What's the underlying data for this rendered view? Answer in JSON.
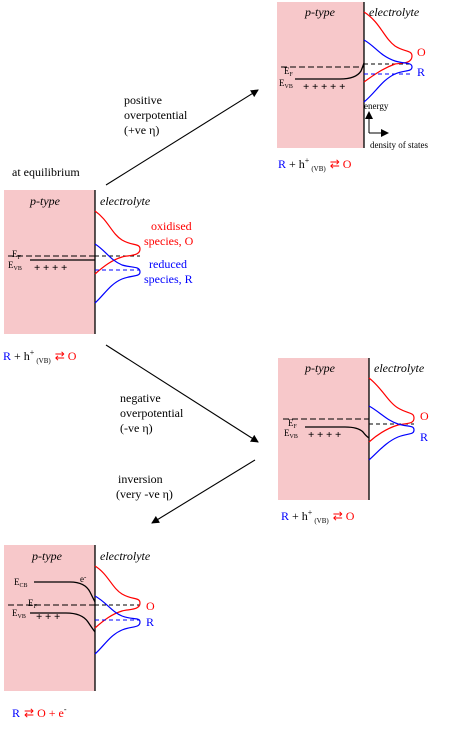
{
  "labels": {
    "p_type": "p-type",
    "electrolyte": "electrolyte",
    "ef": "E",
    "ef_sub": "F",
    "evb": "E",
    "evb_sub": "VB",
    "ecb": "E",
    "ecb_sub": "CB",
    "plus4": "+ + + +",
    "plus3": "+ + +",
    "plus_pos": "+ + + + +",
    "o": "O",
    "r": "R",
    "oxidised_1": "oxidised",
    "oxidised_2": "species, O",
    "reduced_1": "reduced",
    "reduced_2": "species, R",
    "energy": "energy",
    "density_of_states": "density of states",
    "electron": "e",
    "electron_sup": "-"
  },
  "annotations": {
    "at_equilibrium": "at equilibrium",
    "positive_1": "positive",
    "positive_2": "overpotential",
    "positive_3": "(+ve η)",
    "negative_1": "negative",
    "negative_2": "overpotential",
    "negative_3": "(-ve η)",
    "inversion_1": "inversion",
    "inversion_2": "(very -ve η)"
  },
  "reactions": {
    "r": "R",
    "plus_h": "+ h",
    "h_sup": "+",
    "vb_sub": "(VB)",
    "o": "O",
    "o_plus_e": "O + e",
    "e_sup": "-"
  },
  "colors": {
    "semiconductor_fill": "#f7c8ca",
    "oxidised": "#ff0000",
    "reduced": "#0000ff",
    "line": "#000000"
  }
}
